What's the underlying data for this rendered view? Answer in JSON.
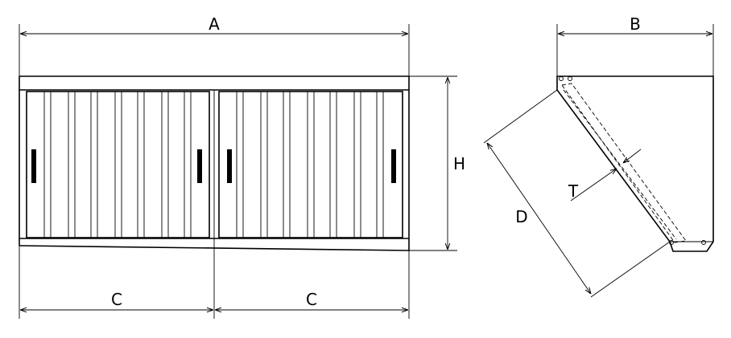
{
  "labels": {
    "A": "A",
    "B": "B",
    "C_left": "C",
    "C_right": "C",
    "H": "H",
    "D": "D",
    "T": "T"
  }
}
